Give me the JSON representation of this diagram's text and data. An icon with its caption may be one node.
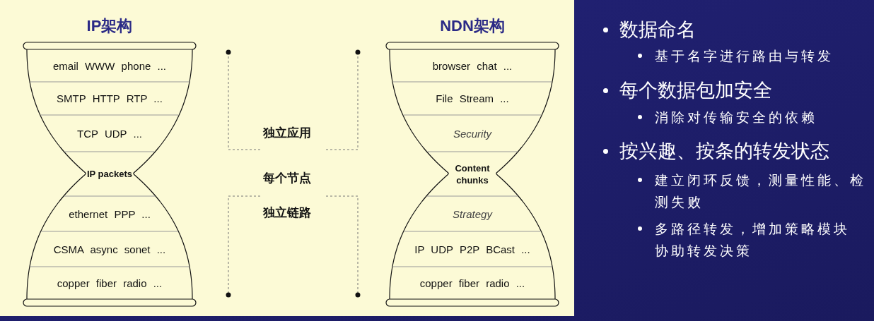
{
  "diagram": {
    "nodes": [
      {
        "text": [
          "IP架构"
        ]
      },
      {
        "text": [
          "email WWW phone ..."
        ],
        "in": 0
      },
      {
        "text": [
          "SMTP HTTP RTP ..."
        ],
        "in": 0
      },
      {
        "text": [
          "TCP UDP ..."
        ],
        "in": 0
      },
      {
        "text": [
          "IP packets"
        ],
        "in": 0
      },
      {
        "text": [
          "ethernet PPP ..."
        ],
        "in": 0
      },
      {
        "text": [
          "CSMA async sonet ..."
        ],
        "in": 0
      },
      {
        "text": [
          "copper fiber radio ..."
        ],
        "in": 0
      },
      {
        "text": [
          "NDN架构"
        ]
      },
      {
        "text": [
          "browser chat ..."
        ],
        "in": 8
      },
      {
        "text": [
          "File Stream ..."
        ],
        "in": 8
      },
      {
        "text": [
          "Security"
        ],
        "in": 8
      },
      {
        "text": [
          "Content chunks"
        ],
        "in": 8
      },
      {
        "text": [
          "Strategy"
        ],
        "in": 8
      },
      {
        "text": [
          "IP UDP P2P BCast ..."
        ],
        "in": 8
      },
      {
        "text": [
          "copper fiber radio ..."
        ],
        "in": 8
      }
    ],
    "labels": [
      "独立应用",
      "每个节点",
      "独立链路",
      "数据命名",
      "基于名字进行路由与转发",
      "每个数据包加安全",
      "消除对传输安全的依赖",
      "按兴趣、按条的转发状态",
      "建立闭环反馈，测量性能、检测失败",
      "多路径转发，增加策略模块协助转发决策"
    ]
  }
}
